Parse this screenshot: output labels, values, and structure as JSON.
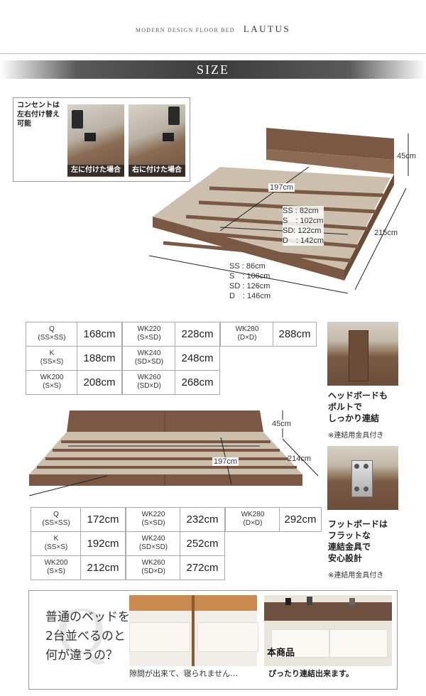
{
  "header": {
    "subtitle": "MODERN DESIGN FLOOR BED",
    "brand": "LAUTUS"
  },
  "section_title": "SIZE",
  "outlet": {
    "note_lines": [
      "コンセントは",
      "左右付け替え",
      "可能"
    ],
    "left_caption": "左に付けた場合",
    "right_caption": "右に付けた場合"
  },
  "single_bed": {
    "length": "197cm",
    "height": "45cm",
    "total_length": "215cm",
    "mattress_widths": [
      "SS : 82cm",
      "S　: 102cm",
      "SD: 122cm",
      "D　: 142cm"
    ],
    "frame_widths": [
      "SS : 86cm",
      "S　: 106cm",
      "SD : 126cm",
      "D　: 146cm"
    ]
  },
  "table_1": [
    {
      "combo": [
        "Q",
        "(SS×SS)"
      ],
      "width": "168cm"
    },
    {
      "combo": [
        "K",
        "(SS×S)"
      ],
      "width": "188cm"
    },
    {
      "combo": [
        "WK200",
        "(S×S)"
      ],
      "width": "208cm"
    },
    {
      "combo": [
        "WK220",
        "(S×SD)"
      ],
      "width": "228cm"
    },
    {
      "combo": [
        "WK240",
        "(SD×SD)"
      ],
      "width": "248cm"
    },
    {
      "combo": [
        "WK260",
        "(SD×D)"
      ],
      "width": "268cm"
    },
    {
      "combo": [
        "WK280",
        "(D×D)"
      ],
      "width": "288cm"
    }
  ],
  "double_bed": {
    "height": "45cm",
    "length": "197cm",
    "total_length": "214cm"
  },
  "table_2": [
    {
      "combo": [
        "Q",
        "(SS×SS)"
      ],
      "width": "172cm"
    },
    {
      "combo": [
        "K",
        "(SS×S)"
      ],
      "width": "192cm"
    },
    {
      "combo": [
        "WK200",
        "(S×S)"
      ],
      "width": "212cm"
    },
    {
      "combo": [
        "WK220",
        "(S×SD)"
      ],
      "width": "232cm"
    },
    {
      "combo": [
        "WK240",
        "(SD×SD)"
      ],
      "width": "252cm"
    },
    {
      "combo": [
        "WK260",
        "(SD×D)"
      ],
      "width": "272cm"
    },
    {
      "combo": [
        "WK280",
        "(D×D)"
      ],
      "width": "292cm"
    }
  ],
  "headboard": {
    "lines": [
      "ヘッドボードも",
      "ボルトで",
      "しっかり連結"
    ],
    "note": "※連結用金具付き"
  },
  "footboard": {
    "lines": [
      "フットボードは",
      "フラットな",
      "連結金具で",
      "安心設計"
    ],
    "note": "※連結用金具付き"
  },
  "comparison": {
    "question_lines": [
      "普通のベッドを",
      "2台並べるのと",
      "何が違うの？"
    ],
    "watermark": "Q",
    "left_caption": "隙間が出来て、寝られません…",
    "right_label": "本商品",
    "right_caption": "ぴったり連結出来ます。"
  }
}
